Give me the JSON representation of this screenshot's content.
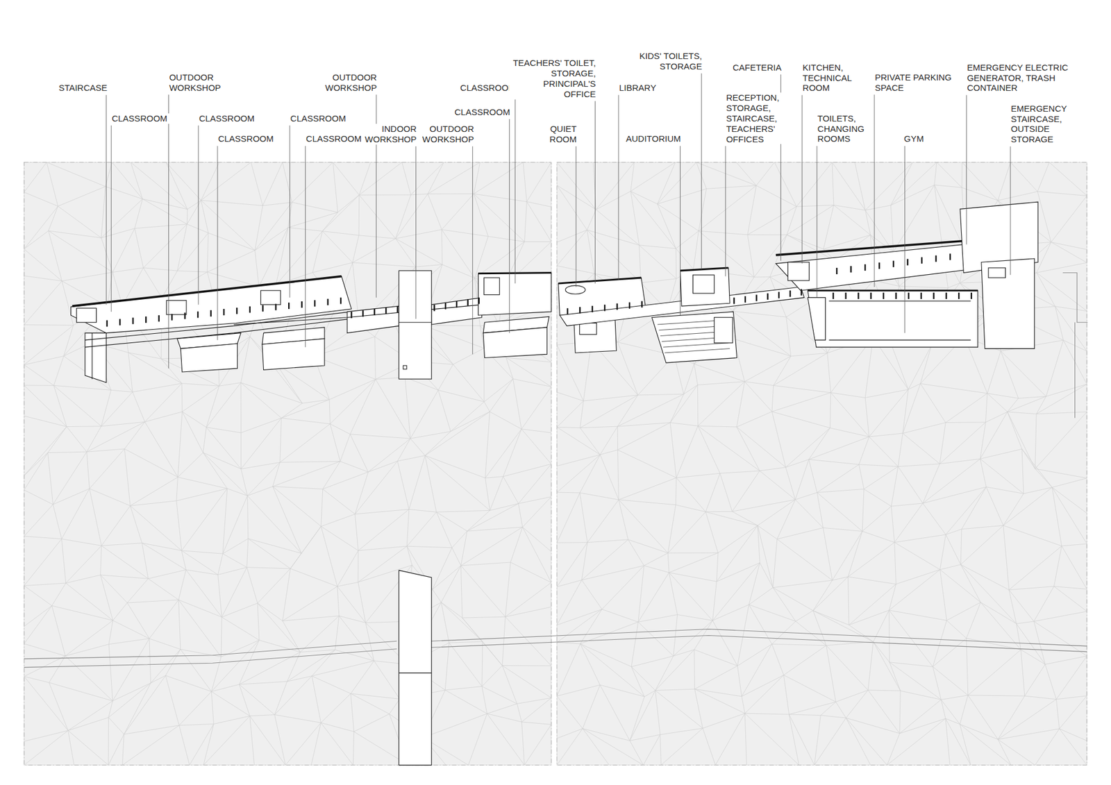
{
  "diagram": {
    "labels": [
      "STAIRCASE",
      "CLASSROOM",
      "OUTDOOR WORKSHOP",
      "CLASSROOM",
      "CLASSROOM",
      "CLASSROOM",
      "CLASSROOM",
      "OUTDOOR WORKSHOP",
      "INDOOR WORKSHOP",
      "OUTDOOR WORKSHOP",
      "CLASSROOM",
      "CLASSROOM",
      "TEACHERS' TOILET, STORAGE, PRINCIPAL'S OFFICE",
      "LIBRARY",
      "QUIET ROOM",
      "KIDS' TOILETS, STORAGE",
      "AUDITORIUM",
      "CAFETERIA",
      "RECEPTION, STORAGE, STAIRCASE, TEACHERS' OFFICES",
      "KITCHEN, TECHNICAL ROOM",
      "TOILETS, CHANGING ROOMS",
      "PRIVATE PARKING SPACE",
      "GYM",
      "EMERGENCY ELECTRIC GENERATOR, TRASH CONTAINER",
      "EMERGENCY STAIRCASE, OUTSIDE STORAGE"
    ]
  }
}
